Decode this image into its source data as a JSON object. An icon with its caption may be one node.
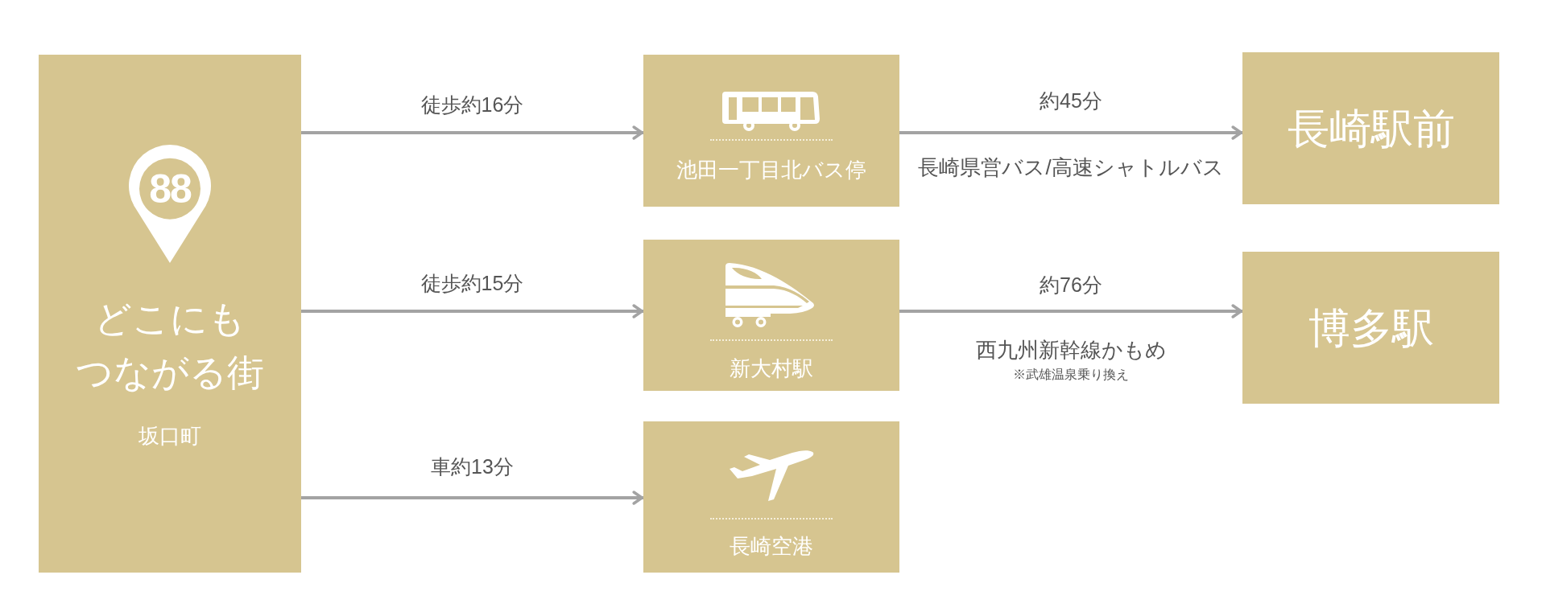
{
  "diagram": {
    "nodes": [
      {
        "text": [
          "88",
          "どこにもつながる街",
          "坂口町"
        ]
      },
      {
        "text": [
          "池田一丁目北バス停"
        ]
      },
      {
        "text": [
          "新大村駅"
        ]
      },
      {
        "text": [
          "長崎空港"
        ]
      },
      {
        "text": [
          "長崎駅前"
        ]
      },
      {
        "text": [
          "博多駅"
        ]
      }
    ],
    "edges": [
      {
        "from": 0,
        "to": 1,
        "arrow": "to",
        "label": "徒歩約16分"
      },
      {
        "from": 0,
        "to": 2,
        "arrow": "to",
        "label": "徒歩約15分"
      },
      {
        "from": 0,
        "to": 3,
        "arrow": "to",
        "label": "車約13分"
      },
      {
        "from": 1,
        "to": 4,
        "arrow": "to",
        "label": "約45分"
      },
      {
        "from": 2,
        "to": 5,
        "arrow": "to",
        "label": "約76分"
      }
    ],
    "labels": [
      "長崎県営バス/高速シャトルバス",
      "西九州新幹線かもめ",
      "※武雄温泉乗り換え"
    ]
  }
}
